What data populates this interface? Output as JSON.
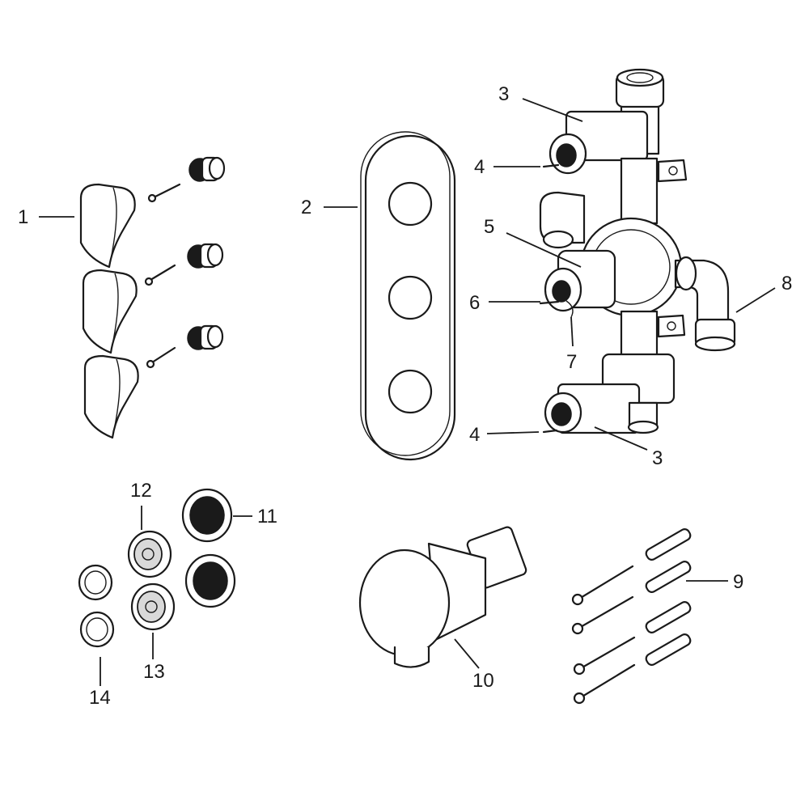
{
  "callouts": [
    {
      "id": "c1",
      "label": "1"
    },
    {
      "id": "c2",
      "label": "2"
    },
    {
      "id": "c3a",
      "label": "3"
    },
    {
      "id": "c4a",
      "label": "4"
    },
    {
      "id": "c5",
      "label": "5"
    },
    {
      "id": "c6",
      "label": "6"
    },
    {
      "id": "c7",
      "label": "7"
    },
    {
      "id": "c8",
      "label": "8"
    },
    {
      "id": "c4b",
      "label": "4"
    },
    {
      "id": "c3b",
      "label": "3"
    },
    {
      "id": "c12",
      "label": "12"
    },
    {
      "id": "c11",
      "label": "11"
    },
    {
      "id": "c13",
      "label": "13"
    },
    {
      "id": "c14",
      "label": "14"
    },
    {
      "id": "c10",
      "label": "10"
    },
    {
      "id": "c9",
      "label": "9"
    }
  ],
  "colors": {
    "line": "#1a1a1a",
    "background": "#ffffff",
    "shade": "#d9d9d9"
  }
}
